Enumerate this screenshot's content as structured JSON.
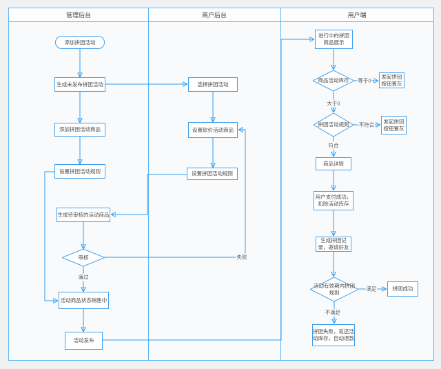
{
  "colors": {
    "page_background": "#f0f1f2",
    "lane_fill": "#f9fafb",
    "lane_border": "#5fb5f2",
    "node_fill": "#ffffff",
    "node_border": "#3fa0ef",
    "connector": "#2d9cf0",
    "text": "#4d4d4d"
  },
  "lanes": [
    {
      "title": "管理后台"
    },
    {
      "title": "商户后台"
    },
    {
      "title": "用户端"
    }
  ],
  "nodes": {
    "admin_start": "添加拼团活动",
    "admin_generate_unpublished": "生成未发布拼团活动",
    "admin_add_product": "添加拼团活动商品",
    "admin_set_rules": "设置拼团活动规则",
    "admin_pending_product": "生成待审核的活动商品",
    "admin_review": "审核",
    "admin_on_sale": "活动商品状态销售中",
    "admin_publish": "活动发布",
    "merchant_select_activity": "选择拼团活动",
    "merchant_set_product": "设置砍价活动商品",
    "merchant_set_rules": "设置拼团活动规则",
    "user_display": "进行中的拼团\n商品展示",
    "user_stock_check": "商品活动库存",
    "user_gray_button_1": "发起拼团\n按钮置灰",
    "user_rule_check": "拼团活动规则",
    "user_gray_button_2": "发起拼团\n按钮置灰",
    "user_product_detail": "商品详情",
    "user_pay_success": "用户支付成功，\n扣除活动库存",
    "user_group_record": "生成拼团记\n录，邀请好友",
    "user_validity_check": "活动有效期内拼团\n规则",
    "user_group_success": "拼团成功",
    "user_group_fail": "拼团失败，返还活\n动库存，自动退款"
  },
  "edge_labels": {
    "pass": "通过",
    "fail": "失败",
    "equal_zero": "等于0",
    "greater_zero": "大于0",
    "not_match": "不符合",
    "match": "符合",
    "satisfied": "满足",
    "not_satisfied": "不满足"
  }
}
